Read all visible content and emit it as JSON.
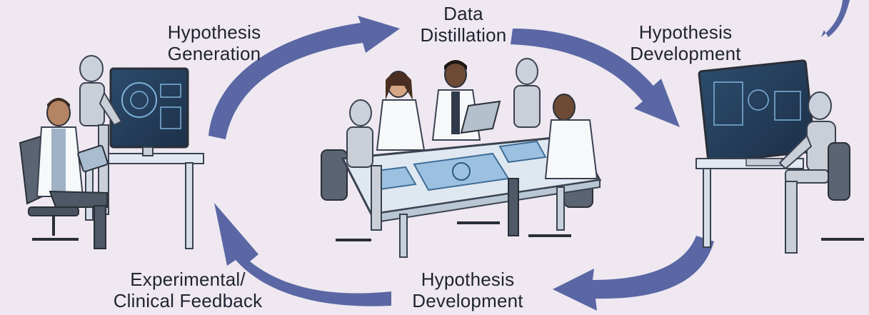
{
  "labels": {
    "hypothesis_generation": [
      "Hypothesis",
      "Generation"
    ],
    "data_distillation": [
      "Data",
      "Distillation"
    ],
    "hypothesis_development_top": [
      "Hypothesis",
      "Development"
    ],
    "hypothesis_development_bottom": [
      "Hypothesis",
      "Development"
    ],
    "experimental_feedback": [
      "Experimental/",
      "Clinical Feedback"
    ]
  },
  "colors": {
    "background": "#efe8f1",
    "arrow": "#5d6aa6",
    "screen": "#27435f",
    "screen_glow": "#7fb3da",
    "desk": "#dfe7ef",
    "coat": "#f7f8fa",
    "robot": "#c9ced7"
  },
  "icons": [
    "workstation-scientist-robot",
    "team-meeting-table",
    "robot-workstation",
    "cycle-arrow"
  ]
}
